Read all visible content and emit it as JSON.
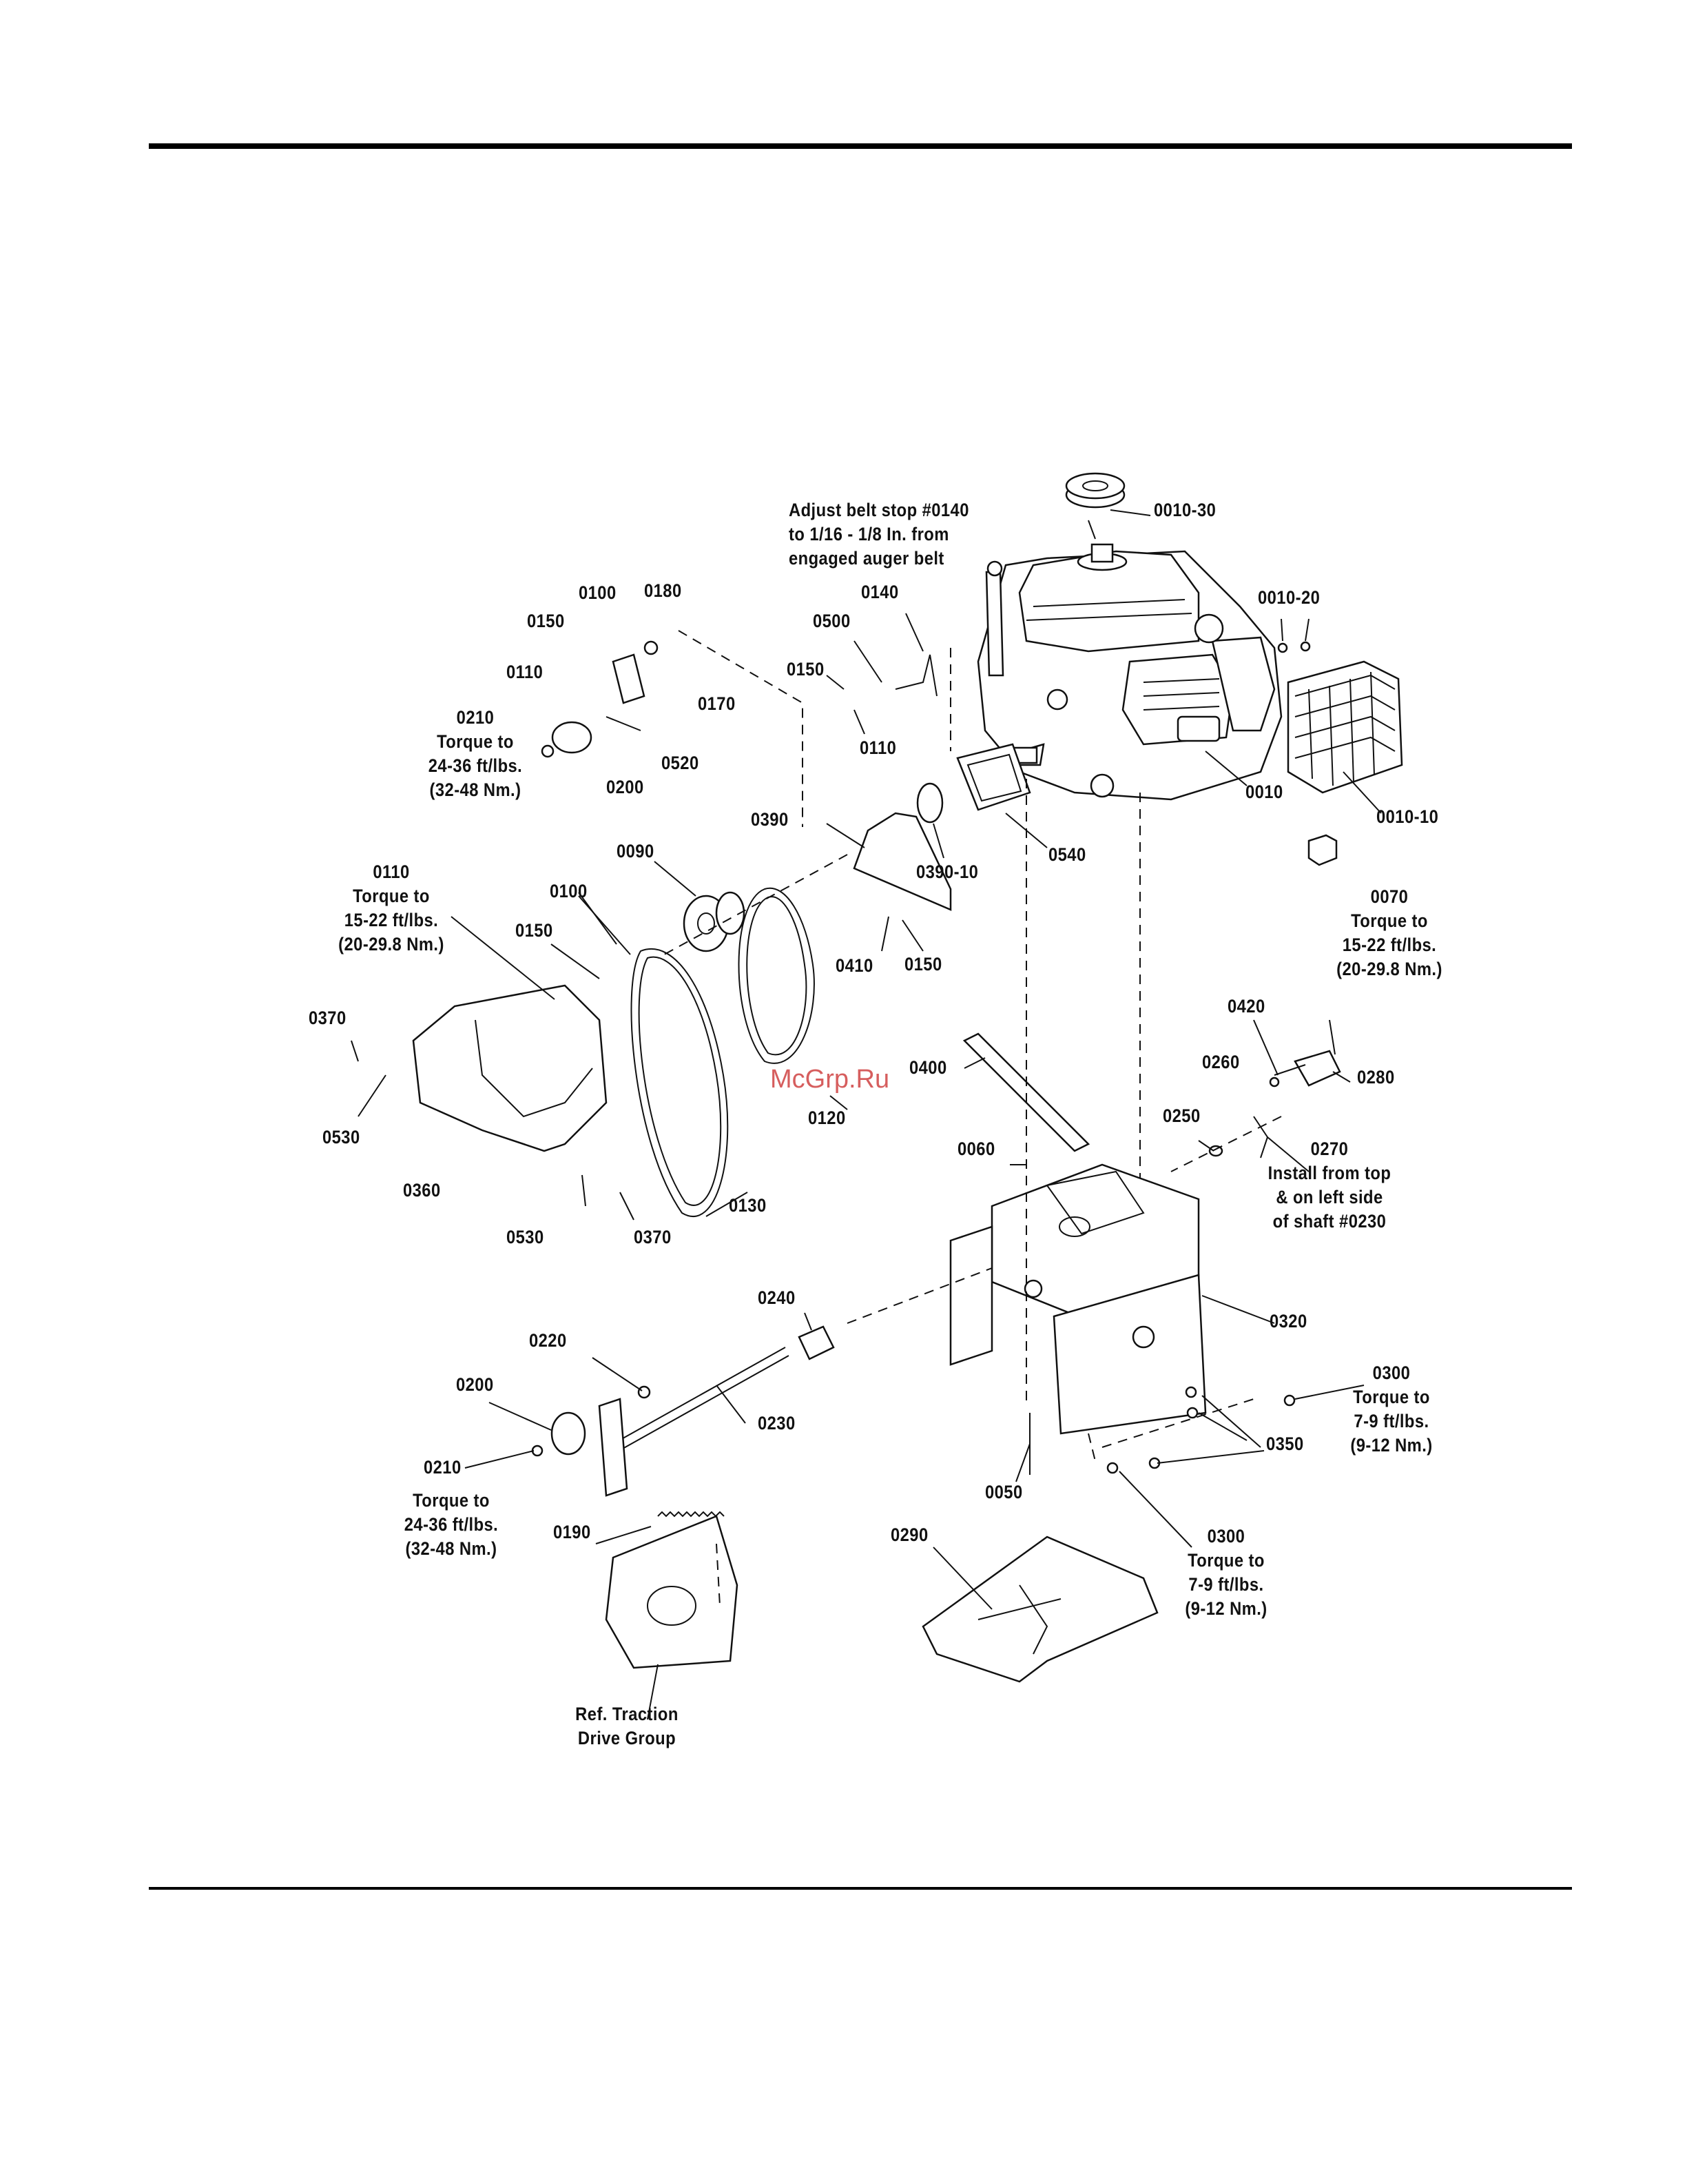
{
  "labels": {
    "note_adjust": "Adjust belt stop #0140\nto 1/16 - 1/8 In. from\nengaged auger belt",
    "p0010_30": "0010-30",
    "p0010_20": "0010-20",
    "p0010_10": "0010-10",
    "p0010": "0010",
    "p0140": "0140",
    "p0500": "0500",
    "p0150_a": "0150",
    "p0110_a": "0110",
    "p0100_a": "0100",
    "p0180": "0180",
    "p0150_b": "0150",
    "p0110_b": "0110",
    "p0170": "0170",
    "p0520": "0520",
    "p0210_a": "0210\nTorque to\n24-36 ft/lbs.\n(32-48 Nm.)",
    "p0200_a": "0200",
    "p0540": "0540",
    "p0390": "0390",
    "p0390_10": "0390-10",
    "p0090": "0090",
    "p0100_b": "0100",
    "p0110_c": "0110\nTorque to\n15-22 ft/lbs.\n(20-29.8 Nm.)",
    "p0150_c": "0150",
    "p0410": "0410",
    "p0150_d": "0150",
    "p0070": "0070\nTorque to\n15-22 ft/lbs.\n(20-29.8 Nm.)",
    "p0370_a": "0370",
    "p0530_a": "0530",
    "p0360": "0360",
    "p0530_b": "0530",
    "p0370_b": "0370",
    "p0130": "0130",
    "p0120": "0120",
    "p0400": "0400",
    "p0420": "0420",
    "p0260": "0260",
    "p0280": "0280",
    "p0250": "0250",
    "p0270": "0270\nInstall from top\n& on left side\nof shaft #0230",
    "p0060": "0060",
    "p0320": "0320",
    "p0240": "0240",
    "p0220": "0220",
    "p0200_b": "0200",
    "p0230": "0230",
    "p0210_b": "0210",
    "torque_0210_b": "Torque to\n24-36 ft/lbs.\n(32-48 Nm.)",
    "p0300_a": "0300\nTorque to\n7-9 ft/lbs.\n(9-12 Nm.)",
    "p0350": "0350",
    "p0050": "0050",
    "p0190": "0190",
    "p0290": "0290",
    "p0300_b": "0300\nTorque to\n7-9 ft/lbs.\n(9-12 Nm.)",
    "ref_traction": "Ref. Traction\nDrive Group"
  },
  "watermark": "McGrp.Ru"
}
